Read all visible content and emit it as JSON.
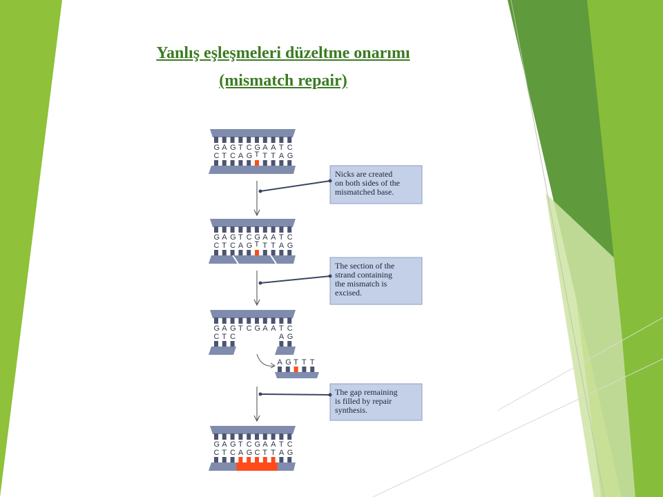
{
  "slide": {
    "title_line1": "Yanlış eşleşmeleri düzeltme onarımı",
    "title_line2": "(mismatch repair)"
  },
  "diagram": {
    "steps": [
      {
        "top_bases": [
          "G",
          "A",
          "G",
          "T",
          "C",
          "G",
          "A",
          "A",
          "T",
          "C"
        ],
        "bottom_bases": [
          "C",
          "T",
          "C",
          "A",
          "G",
          "T",
          "T",
          "T",
          "A",
          "G"
        ],
        "mismatch_index": 5
      },
      {
        "top_bases": [
          "G",
          "A",
          "G",
          "T",
          "C",
          "G",
          "A",
          "A",
          "T",
          "C"
        ],
        "bottom_bases": [
          "C",
          "T",
          "C",
          "A",
          "G",
          "T",
          "T",
          "T",
          "A",
          "G"
        ],
        "mismatch_index": 5
      },
      {
        "top_bases": [
          "G",
          "A",
          "G",
          "T",
          "C",
          "G",
          "A",
          "A",
          "T",
          "C"
        ],
        "bottom_bases": [
          "C",
          "T",
          "C",
          "",
          "",
          "",
          "",
          "",
          "A",
          "G"
        ],
        "excised_fragment": [
          "A",
          "G",
          "T",
          "T",
          "T"
        ]
      },
      {
        "top_bases": [
          "G",
          "A",
          "G",
          "T",
          "C",
          "G",
          "A",
          "A",
          "T",
          "C"
        ],
        "bottom_bases": [
          "C",
          "T",
          "C",
          "A",
          "G",
          "C",
          "T",
          "T",
          "A",
          "G"
        ],
        "repaired_range": [
          3,
          7
        ]
      }
    ],
    "callouts": [
      {
        "lines": [
          "Nicks are created",
          "on both sides of the",
          "mismatched base."
        ]
      },
      {
        "lines": [
          "The section of the",
          "strand containing",
          "the mismatch is",
          "excised."
        ]
      },
      {
        "lines": [
          "The gap remaining",
          "is filled by repair",
          "synthesis."
        ]
      }
    ],
    "colors": {
      "backbone": "#7f8cad",
      "base": "#4c5470",
      "highlight": "#ff4a1c",
      "callout_bg": "#c3d0e8",
      "green_dark": "#5e9a3a",
      "green_mid": "#79b83a",
      "green_light": "#a3cf55"
    }
  }
}
